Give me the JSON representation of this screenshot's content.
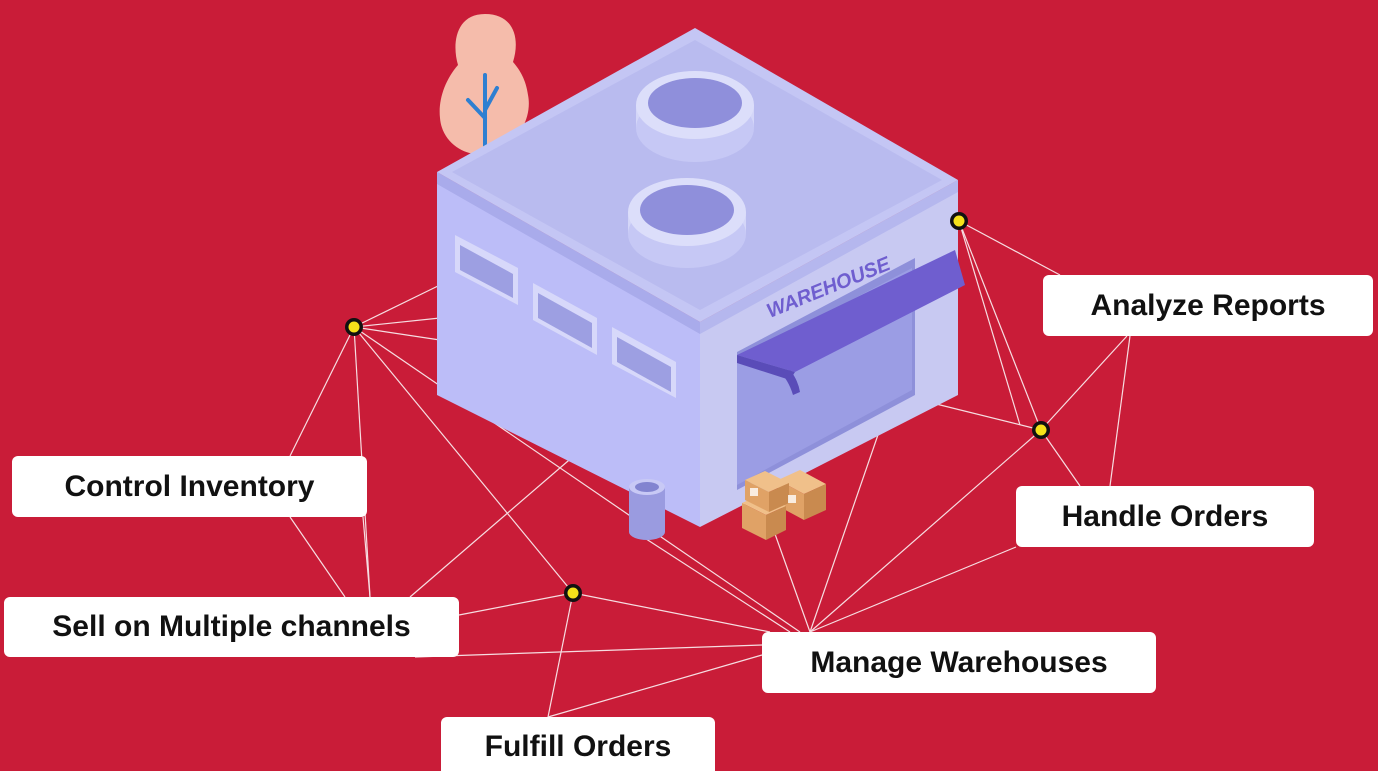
{
  "diagram": {
    "building_sign": "WAREHOUSE",
    "nodes": [
      {
        "id": "analyze",
        "label": "Analyze Reports"
      },
      {
        "id": "control",
        "label": "Control Inventory"
      },
      {
        "id": "handle",
        "label": "Handle Orders"
      },
      {
        "id": "sell",
        "label": "Sell on Multiple channels"
      },
      {
        "id": "manage",
        "label": "Manage Warehouses"
      },
      {
        "id": "fulfill",
        "label": "Fulfill Orders"
      }
    ]
  },
  "colors": {
    "background": "#c91c38",
    "building_top": "#c4c6f4",
    "building_left": "#bcbdf8",
    "building_right": "#c8c9f2",
    "awning": "#6f5ecf",
    "tree_canopy": "#f5bcab",
    "tree_trunk": "#2e7fd1",
    "box": "#e0a266",
    "node_dot": "#f5e11a",
    "connector": "#ffffff"
  }
}
